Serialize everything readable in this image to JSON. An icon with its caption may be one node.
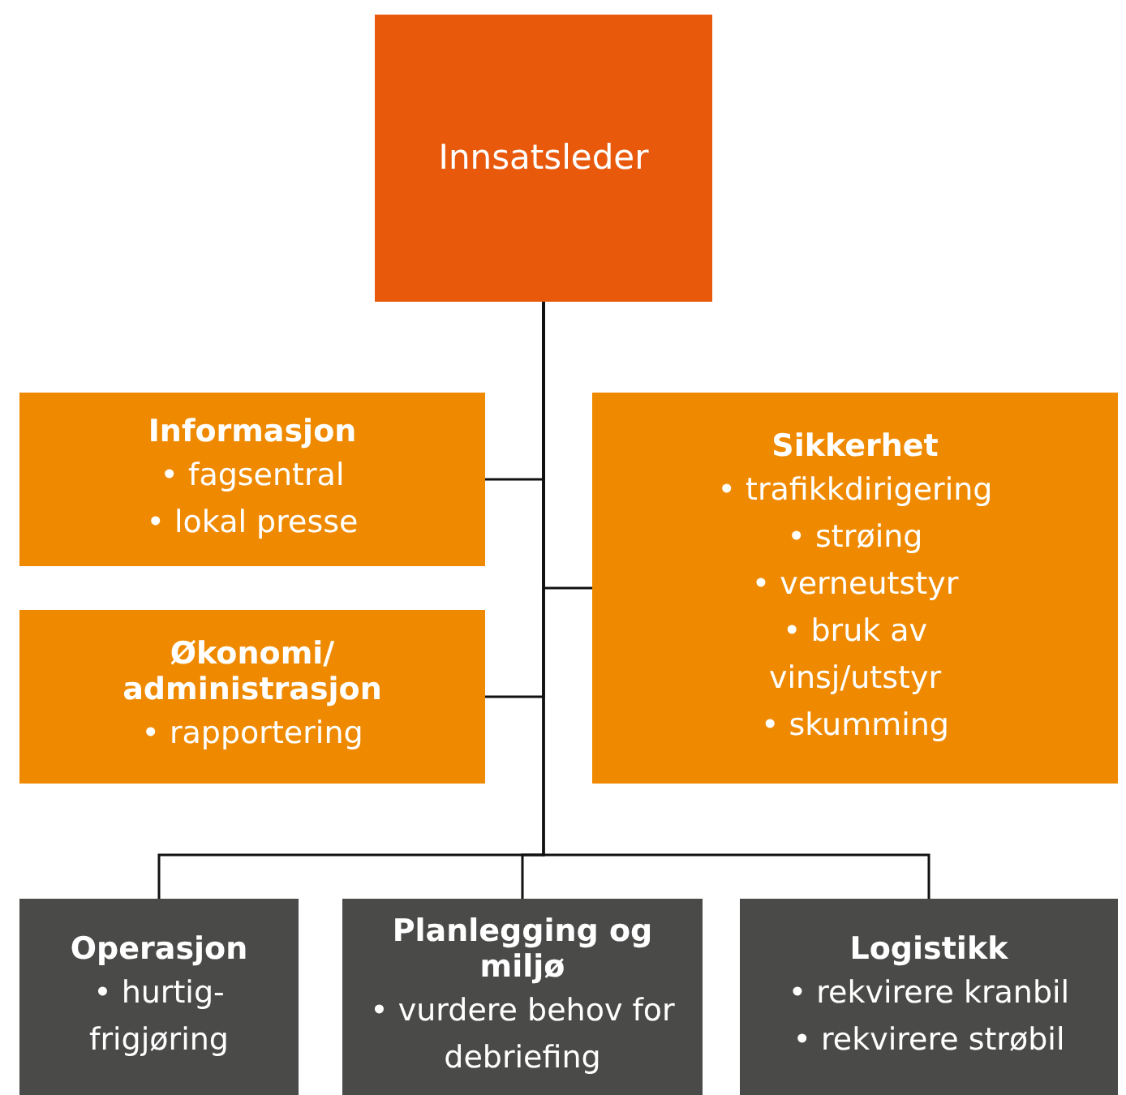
{
  "diagram": {
    "nodes": [
      {
        "text": [
          "Innsatsleder"
        ]
      },
      {
        "text": [
          "Informasjon",
          "• fagsentral",
          "• lokal presse"
        ]
      },
      {
        "text": [
          "Økonomi/ administrasjon",
          "• rapportering"
        ]
      },
      {
        "text": [
          "Sikkerhet",
          "• trafikkdirigering",
          "• strøing",
          "• verneutstyr",
          "• bruk av vinsj/utstyr",
          "• skumming"
        ]
      },
      {
        "text": [
          "Operasjon",
          "• hurtig- frigjøring"
        ]
      },
      {
        "text": [
          "Planlegging og miljø",
          "• vurdere behov for debriefing"
        ]
      },
      {
        "text": [
          "Logistikk",
          "• rekvirere kranbil",
          "• rekvirere strøbil"
        ]
      }
    ],
    "edges": [
      {
        "from": 0,
        "to": 1,
        "arrow": "none"
      },
      {
        "from": 0,
        "to": 2,
        "arrow": "none"
      },
      {
        "from": 0,
        "to": 3,
        "arrow": "none"
      },
      {
        "from": 0,
        "to": 4,
        "arrow": "none"
      },
      {
        "from": 0,
        "to": 5,
        "arrow": "none"
      },
      {
        "from": 0,
        "to": 6,
        "arrow": "none"
      }
    ]
  }
}
